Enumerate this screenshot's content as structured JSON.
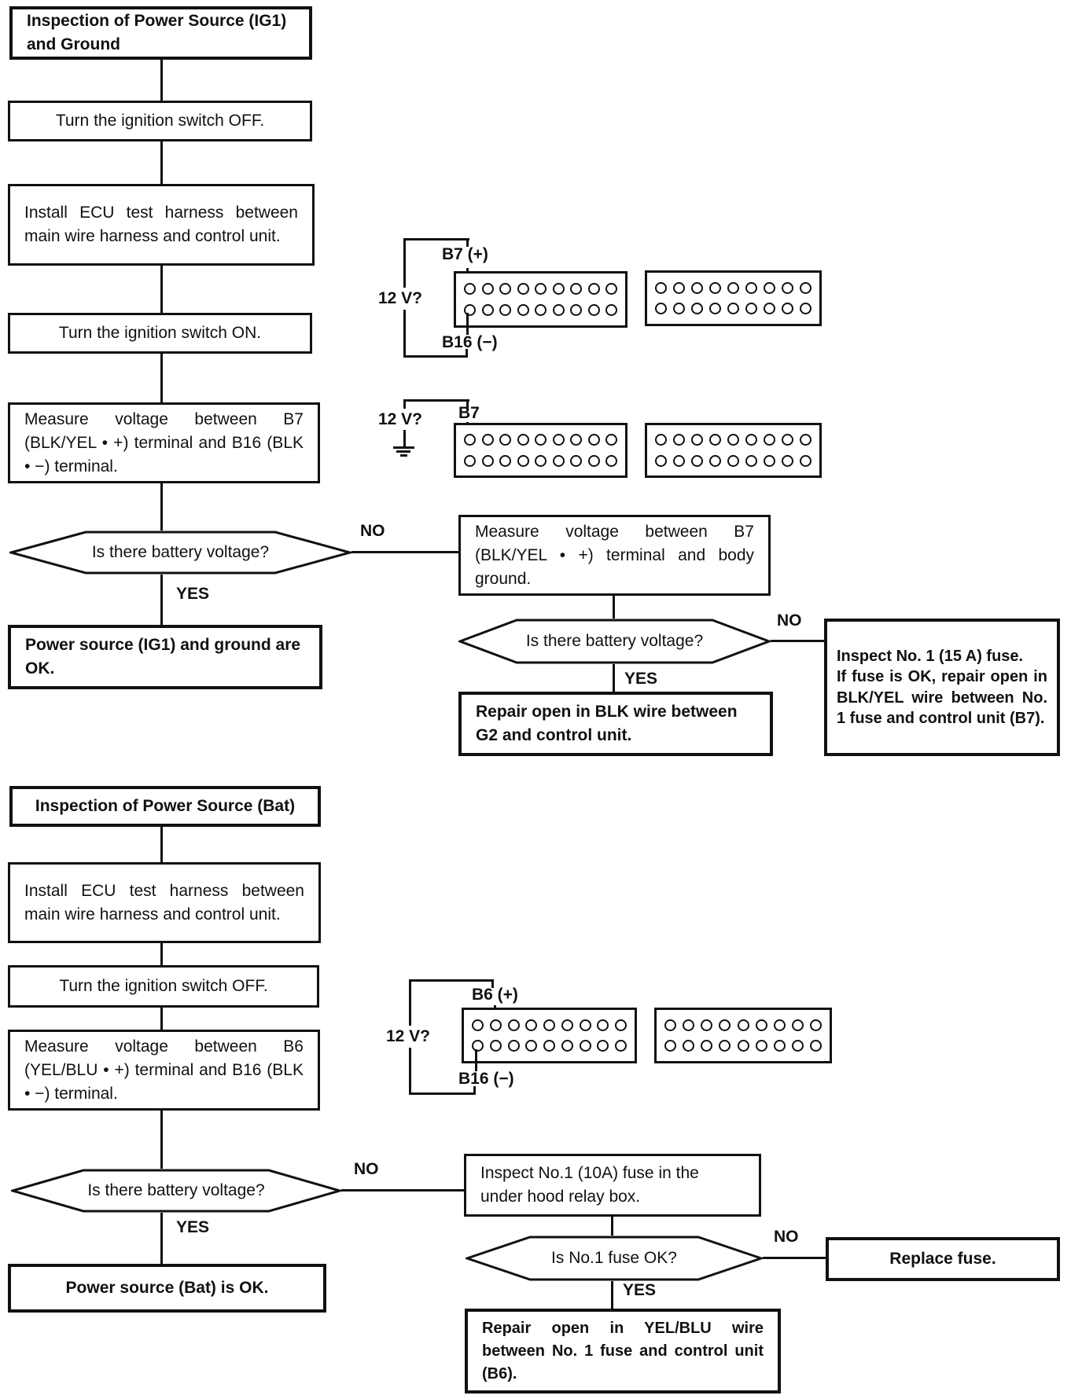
{
  "labels": {
    "yes": "YES",
    "no": "NO",
    "twelve_v": "12 V?"
  },
  "connector_pins": {
    "rows": 2,
    "cols": 9
  },
  "ig1": {
    "title": "Inspection of Power Source (IG1) and Ground",
    "turn_off": "Turn the ignition switch OFF.",
    "install_harness": "Install ECU test harness between main wire harness and control unit.",
    "turn_on": "Turn the ignition switch ON.",
    "measure_b7_b16": "Measure voltage between B7 (BLK/YEL • +) terminal and B16 (BLK • −) terminal.",
    "q_battery_voltage": "Is there battery voltage?",
    "result_ok": "Power source (IG1) and ground are OK.",
    "measure_b7_body": "Measure voltage between B7 (BLK/YEL • +) terminal and body ground.",
    "q_battery_voltage2": "Is there battery voltage?",
    "repair_blk": "Repair open in BLK wire between G2 and control unit.",
    "inspect_fuse_line1": "Inspect No. 1 (15 A) fuse.",
    "inspect_fuse_line2": "If fuse is OK, repair open in BLK/YEL wire between No. 1 fuse and control unit (B7).",
    "probe_top": {
      "pin_plus": "B7 (+)",
      "pin_minus": "B16 (−)"
    },
    "probe_ground": {
      "pin": "B7"
    }
  },
  "bat": {
    "title": "Inspection of Power Source (Bat)",
    "install_harness": "Install ECU test harness between main wire harness and control unit.",
    "turn_off": "Turn the ignition switch OFF.",
    "measure_b6_b16": "Measure voltage between B6 (YEL/BLU • +) terminal and B16 (BLK • −) terminal.",
    "q_battery_voltage": "Is there battery voltage?",
    "result_ok": "Power source (Bat) is OK.",
    "inspect_fuse": "Inspect No.1 (10A) fuse in the under hood relay box.",
    "q_fuse_ok": "Is No.1 fuse OK?",
    "replace_fuse": "Replace fuse.",
    "repair_yelblu": "Repair open in YEL/BLU wire between No. 1 fuse and control unit (B6).",
    "probe": {
      "pin_plus": "B6 (+)",
      "pin_minus": "B16 (−)"
    }
  }
}
